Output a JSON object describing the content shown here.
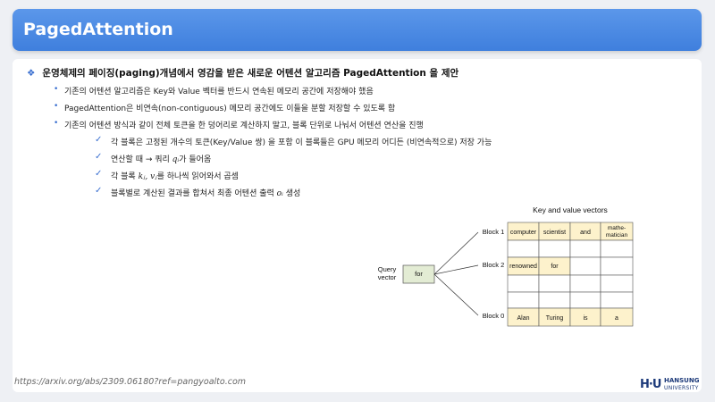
{
  "title": "PagedAttention",
  "main_bullet": "운영체제의 페이징(paging)개념에서  영감을 받은 새로운 어텐션 알고리즘 PagedAttention  을 제안",
  "sub_items": [
    "기존의 어텐션 알고리즘은 Key와 Value 벡터를 반드시 연속된 메모리 공간에 저장해야 했음",
    "PagedAttention은 비연속(non-contiguous) 메모리 공간에도 이들을 분할 저장할 수 있도록 함",
    "기존의 어텐션 방식과 같이 전체 토큰을 한 덩어리로 계산하지 말고, 블록 단위로 나눠서 어텐션 연산을 진행"
  ],
  "check_items": {
    "c1": "각 블록은 고정된 개수의 토큰(Key/Value 쌍) 을 포함 이 블록들은 GPU 메모리 어디든 (비연속적으로) 저장 가능",
    "c2_pre": "연산할 때 → 쿼리 ",
    "c2_math": "qᵢ",
    "c2_post": "가 들어옴",
    "c3_pre": "각 블록 ",
    "c3_math": "kⱼ, vⱼ",
    "c3_post": "를 하나씩 읽어와서 곱셈",
    "c4_pre": "블록별로 계산된 결과를 합쳐서 최종 어텐션 출력 ",
    "c4_math": "oᵢ",
    "c4_post": " 생성"
  },
  "diagram": {
    "header": "Key and value vectors",
    "query_label_line1": "Query",
    "query_label_line2": "vector",
    "query_token": "for",
    "block1_label": "Block 1",
    "block2_label": "Block 2",
    "block0_label": "Block 0",
    "block1_cells": [
      "computer",
      "scientist",
      "and",
      "mathe-",
      "matician"
    ],
    "block2_cells": [
      "renowned",
      "for"
    ],
    "block0_cells": [
      "Alan",
      "Turing",
      "is",
      "a"
    ],
    "filled_color": "#fdf2cc",
    "query_color": "#e3ecd4"
  },
  "footer": {
    "url": "https://arxiv.org/abs/2309.06180?ref=pangyoalto.com",
    "logo_mark": "H·U",
    "logo_line1": "HANSUNG",
    "logo_line2": "UNIVERSITY"
  }
}
